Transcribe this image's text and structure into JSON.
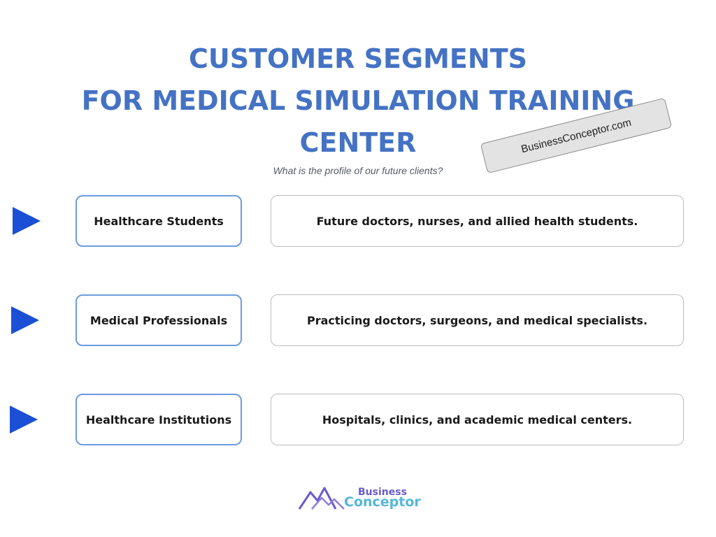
{
  "header": {
    "title_line1": "CUSTOMER SEGMENTS",
    "title_line2": "FOR MEDICAL SIMULATION TRAINING",
    "title_line3": "CENTER",
    "subtitle": "What is the profile of our future clients?",
    "watermark": "BusinessConceptor.com"
  },
  "segments": [
    {
      "name": "Healthcare Students",
      "description": "Future doctors, nurses, and allied health students."
    },
    {
      "name": "Medical Professionals",
      "description": "Practicing doctors, surgeons, and medical specialists."
    },
    {
      "name": "Healthcare Institutions",
      "description": "Hospitals, clinics, and academic medical centers."
    }
  ],
  "logo": {
    "word1": "Business",
    "word2": "Conceptor"
  },
  "colors": {
    "title": "#4472c4",
    "arrow": "#1a4fd6",
    "segment_border": "#6b9be0",
    "description_border": "#bcbcbc",
    "logo_primary": "#6a5acd",
    "logo_secondary": "#56b6d9"
  },
  "icons": {
    "pointer": "triangle-right-icon",
    "logo": "mountain-icon"
  }
}
